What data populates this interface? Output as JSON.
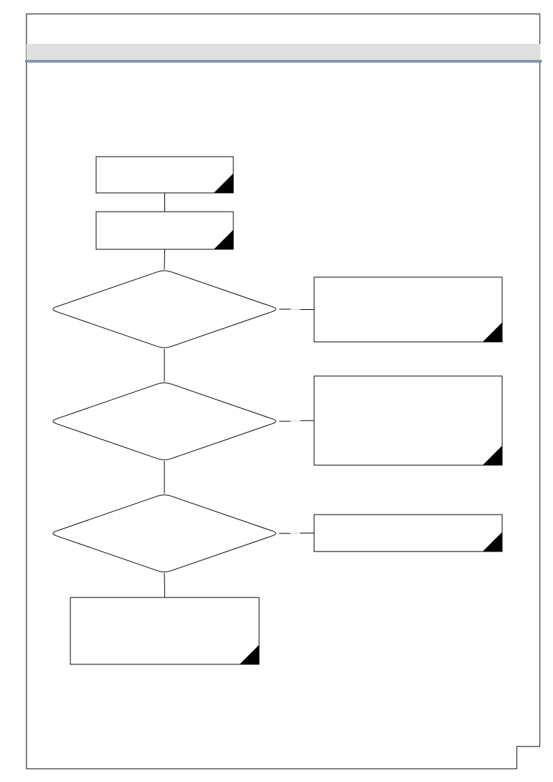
{
  "header": {
    "title": "",
    "band_color": "#e0e0e0",
    "rule_color": "#8496b0"
  },
  "diagram": {
    "nodes": [
      {
        "id": "step-1",
        "shape": "process",
        "label": ""
      },
      {
        "id": "step-2",
        "shape": "process",
        "label": ""
      },
      {
        "id": "decision-1",
        "shape": "decision",
        "label": ""
      },
      {
        "id": "action-1",
        "shape": "process",
        "label": ""
      },
      {
        "id": "decision-2",
        "shape": "decision",
        "label": ""
      },
      {
        "id": "action-2",
        "shape": "process",
        "label": ""
      },
      {
        "id": "decision-3",
        "shape": "decision",
        "label": ""
      },
      {
        "id": "action-3",
        "shape": "process",
        "label": ""
      },
      {
        "id": "final-step",
        "shape": "process",
        "label": ""
      }
    ],
    "edges": [
      {
        "from": "step-1",
        "to": "step-2"
      },
      {
        "from": "step-2",
        "to": "decision-1"
      },
      {
        "from": "decision-1",
        "to": "action-1"
      },
      {
        "from": "decision-1",
        "to": "decision-2"
      },
      {
        "from": "decision-2",
        "to": "action-2"
      },
      {
        "from": "decision-2",
        "to": "decision-3"
      },
      {
        "from": "decision-3",
        "to": "action-3"
      },
      {
        "from": "decision-3",
        "to": "final-step"
      }
    ],
    "line_color": "#000000",
    "corner_marker_color": "#000000"
  }
}
